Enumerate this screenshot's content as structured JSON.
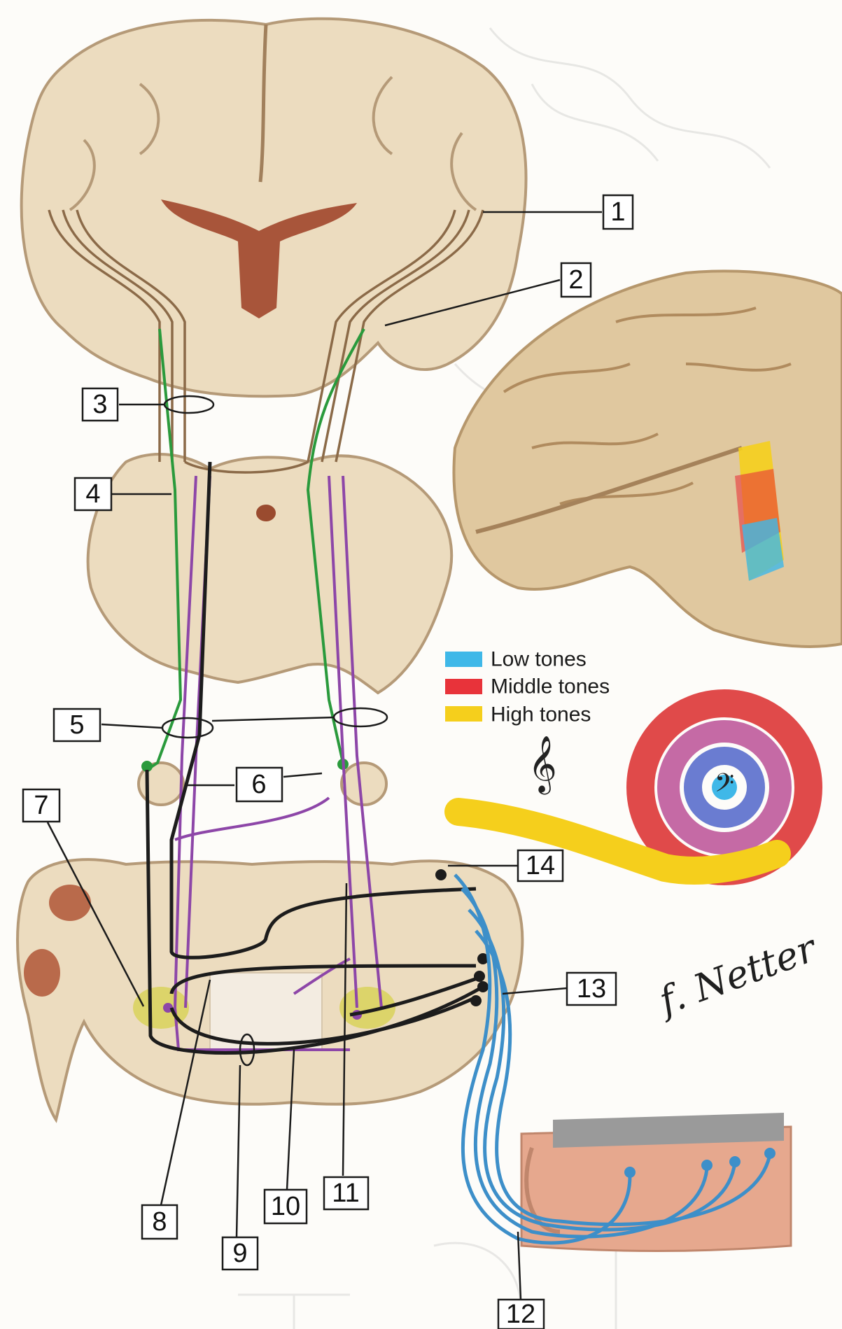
{
  "labels": {
    "n1": "1",
    "n2": "2",
    "n3": "3",
    "n4": "4",
    "n5": "5",
    "n6": "6",
    "n7": "7",
    "n8": "8",
    "n9": "9",
    "n10": "10",
    "n11": "11",
    "n12": "12",
    "n13": "13",
    "n14": "14"
  },
  "legend": {
    "low": {
      "text": "Low tones",
      "color": "#3fb8e8"
    },
    "middle": {
      "text": "Middle tones",
      "color": "#e8333a"
    },
    "high": {
      "text": "High tones",
      "color": "#f5cf1c"
    }
  },
  "pathway_colors": {
    "green": "#2a9a3c",
    "brown": "#8b6a48",
    "purple": "#8d46a8",
    "black": "#1c1c1c",
    "blue": "#3d8fc9"
  },
  "signature_icon": "signature-icon",
  "treble_clef_icon": "treble-clef-icon",
  "bass_clef_icon": "bass-clef-icon"
}
